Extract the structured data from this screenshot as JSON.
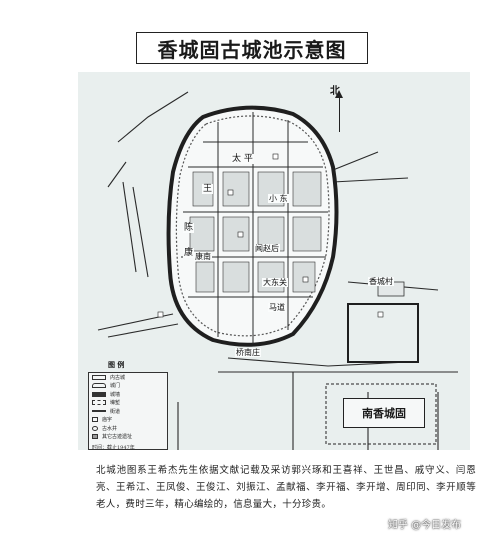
{
  "title": "香城固古城池示意图",
  "north_label": "北",
  "labels": {
    "taiping": "太 平",
    "wang": "王",
    "chen": "陈",
    "kang": "康",
    "kangnan": "康南",
    "xiao_dong": "小 东",
    "dadong": "大东关",
    "zhao_qiu": "闻赵后",
    "da_maxiang": "马道",
    "qiaonan": "桥南庄",
    "xiangcheng_cun": "香城村",
    "nan_xiangchenggu": "南香城固"
  },
  "legend": {
    "title": "图 例",
    "items": [
      "内古城",
      "城门",
      "城墙",
      "壕堑",
      "街道",
      "庙宇",
      "古水井",
      "其它古迹遗址"
    ]
  },
  "map_date": "时间：截止1947年",
  "description": "北城池图系王希杰先生依据文献记载及采访郭兴琢和王喜祥、王世昌、戚守义、闫恩亮、王希江、王凤俊、王俊江、刘振江、孟献福、李开福、李开增、周印同、李开顺等老人，费时三年，精心编绘的，信息量大，十分珍贵。",
  "watermark": "知乎 @今日发布"
}
